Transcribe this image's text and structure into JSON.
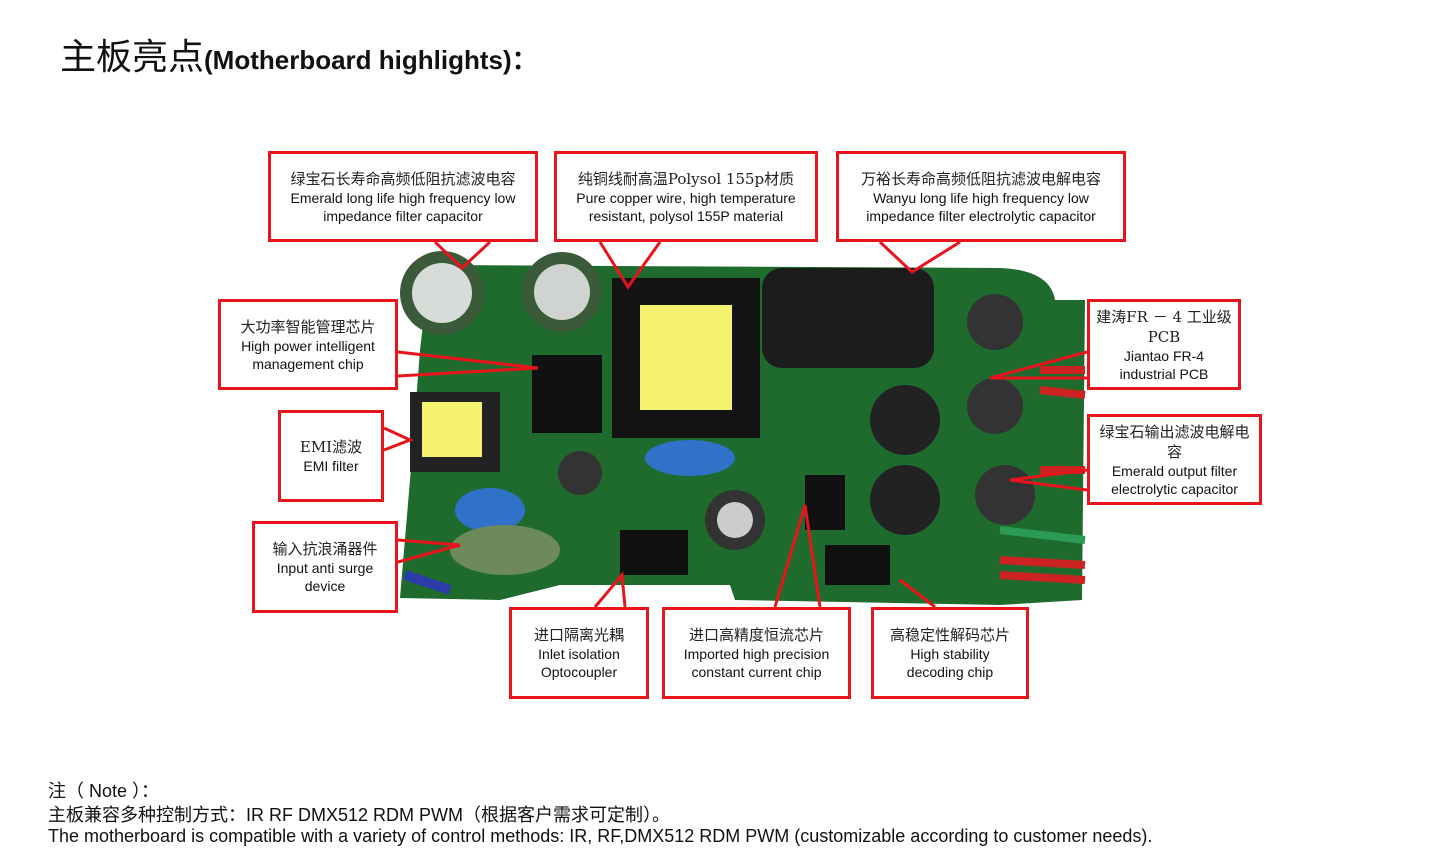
{
  "title": {
    "zh": "主板亮点",
    "en": "(Motherboard highlights)：",
    "": ""
  },
  "callouts": [
    {
      "zh": "绿宝石长寿命高频低阻抗滤波电容",
      "en": "Emerald long life high frequency low impedance filter capacitor"
    },
    {
      "zh": "纯铜线耐高温Polysol 155p材质",
      "en": "Pure copper wire, high temperature resistant, polysol 155P material"
    },
    {
      "zh": "万裕长寿命高频低阻抗滤波电解电容",
      "en": "Wanyu long life high frequency low impedance filter electrolytic capacitor"
    },
    {
      "zh": "大功率智能管理芯片",
      "en": "High power intelligent management chip"
    },
    {
      "zh": "EMI滤波",
      "en": "EMI filter"
    },
    {
      "zh": "输入抗浪涌器件",
      "en": "Input anti surge device"
    },
    {
      "zh": "建涛FR － 4 工业级PCB",
      "en": "Jiantao FR-4 industrial PCB"
    },
    {
      "zh": "绿宝石输出滤波电解电容",
      "en": "Emerald output filter electrolytic capacitor"
    },
    {
      "zh": "进口隔离光耦",
      "en": "Inlet isolation Optocoupler"
    },
    {
      "zh": "进口高精度恒流芯片",
      "en": "Imported high precision constant current chip"
    },
    {
      "zh": "高稳定性解码芯片",
      "en": "High stability decoding chip"
    }
  ],
  "note": {
    "label": "注（ Note ）：",
    "zh": "主板兼容多种控制方式：IR  RF DMX512 RDM PWM（根据客户需求可定制）。",
    "en": "The motherboard is compatible with a variety of control methods: IR, RF,DMX512 RDM PWM (customizable according to customer needs)."
  }
}
